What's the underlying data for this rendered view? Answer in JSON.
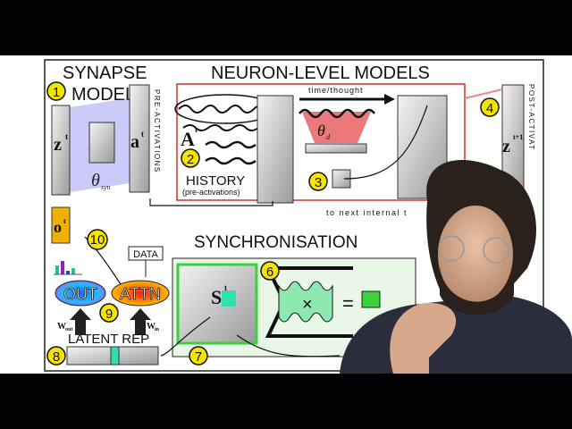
{
  "diagram": {
    "titles": {
      "synapse": "SYNAPSE",
      "synapse_model": "MODEL",
      "neuron_level": "NEURON-LEVEL MODELS",
      "synchronisation": "SYNCHRONISATION"
    },
    "labels": {
      "pre_activations_vertical": "PRE-ACTIVATIONS",
      "post_activations_vertical": "POST-ACTIVAT",
      "time_thought": "time/thought",
      "history": "HISTORY",
      "history_sub": "(pre-activations)",
      "to_next": "to next internal t",
      "data": "DATA",
      "out": "OUT",
      "attn": "ATTN",
      "latent_rep": "LATENT REP",
      "z_t": "z",
      "z_t_sup": "t",
      "a_t": "a",
      "a_t_sup": "t",
      "A_t": "A",
      "A_t_sup": "t",
      "theta_syn": "θ",
      "theta_syn_sub": "syn",
      "theta_d": "θ",
      "theta_d_sub": "d",
      "z_t1": "z",
      "z_t1_sup": "t+1",
      "o_t": "o",
      "o_t_sup": "t",
      "s_t": "S",
      "s_t_sup": "t",
      "w_out": "W",
      "w_out_sub": "out",
      "w_in": "W",
      "w_in_sub": "in",
      "times": "×",
      "equals": "="
    },
    "step_numbers": [
      "1",
      "2",
      "3",
      "4",
      "6",
      "7",
      "8",
      "9",
      "10"
    ],
    "colors": {
      "badge": "#f5e400",
      "synapse_lines": "#3a3ae0",
      "neuron_red": "#e02020",
      "sync_green": "#3ad13a",
      "teal": "#30e0b0",
      "orange_block": "#f0b000"
    }
  }
}
